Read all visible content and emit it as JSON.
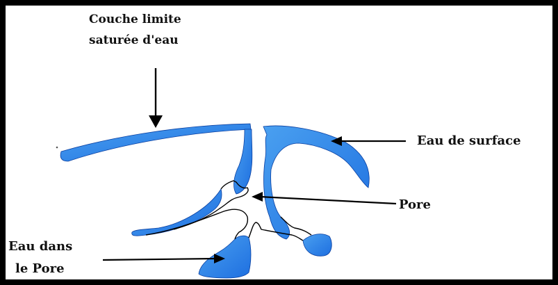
{
  "diagram": {
    "labels": {
      "boundary_line1": "Couche limite",
      "boundary_line2": "saturée d'eau",
      "surface_water": "Eau de surface",
      "pore": "Pore",
      "pore_water_line1": "Eau dans",
      "pore_water_line2": "le Pore"
    },
    "colors": {
      "water_fill": "#1e73e8",
      "water_light": "#4aa0f0",
      "arrow": "#000000",
      "background": "#ffffff",
      "outer_border": "#000000"
    }
  }
}
